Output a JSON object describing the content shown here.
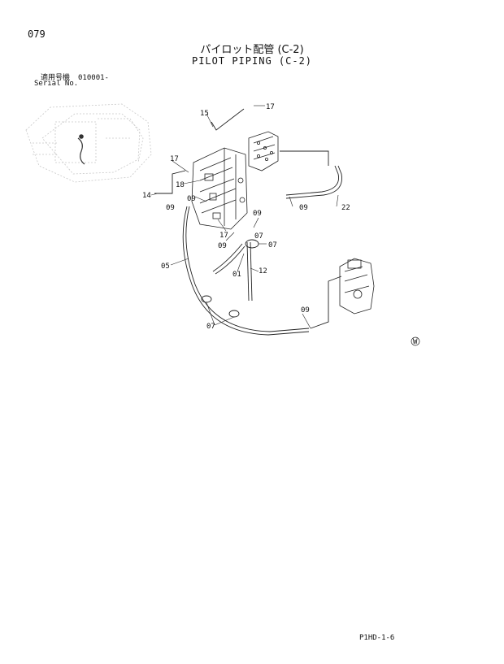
{
  "header": {
    "page_number": "079",
    "title_jp": "パイロット配管 (C-2)",
    "title_en": "PILOT PIPING (C-2)",
    "serial_label_jp": "適用号機",
    "serial_value": "010001-",
    "serial_label_en": "Serial No."
  },
  "callouts": [
    "15",
    "17",
    "17",
    "18",
    "14",
    "09",
    "09",
    "09",
    "17",
    "09",
    "07",
    "07",
    "05",
    "01",
    "12",
    "09",
    "22",
    "09",
    "07"
  ],
  "watermark": "W",
  "footer": {
    "code": "P1HD-1-6"
  }
}
